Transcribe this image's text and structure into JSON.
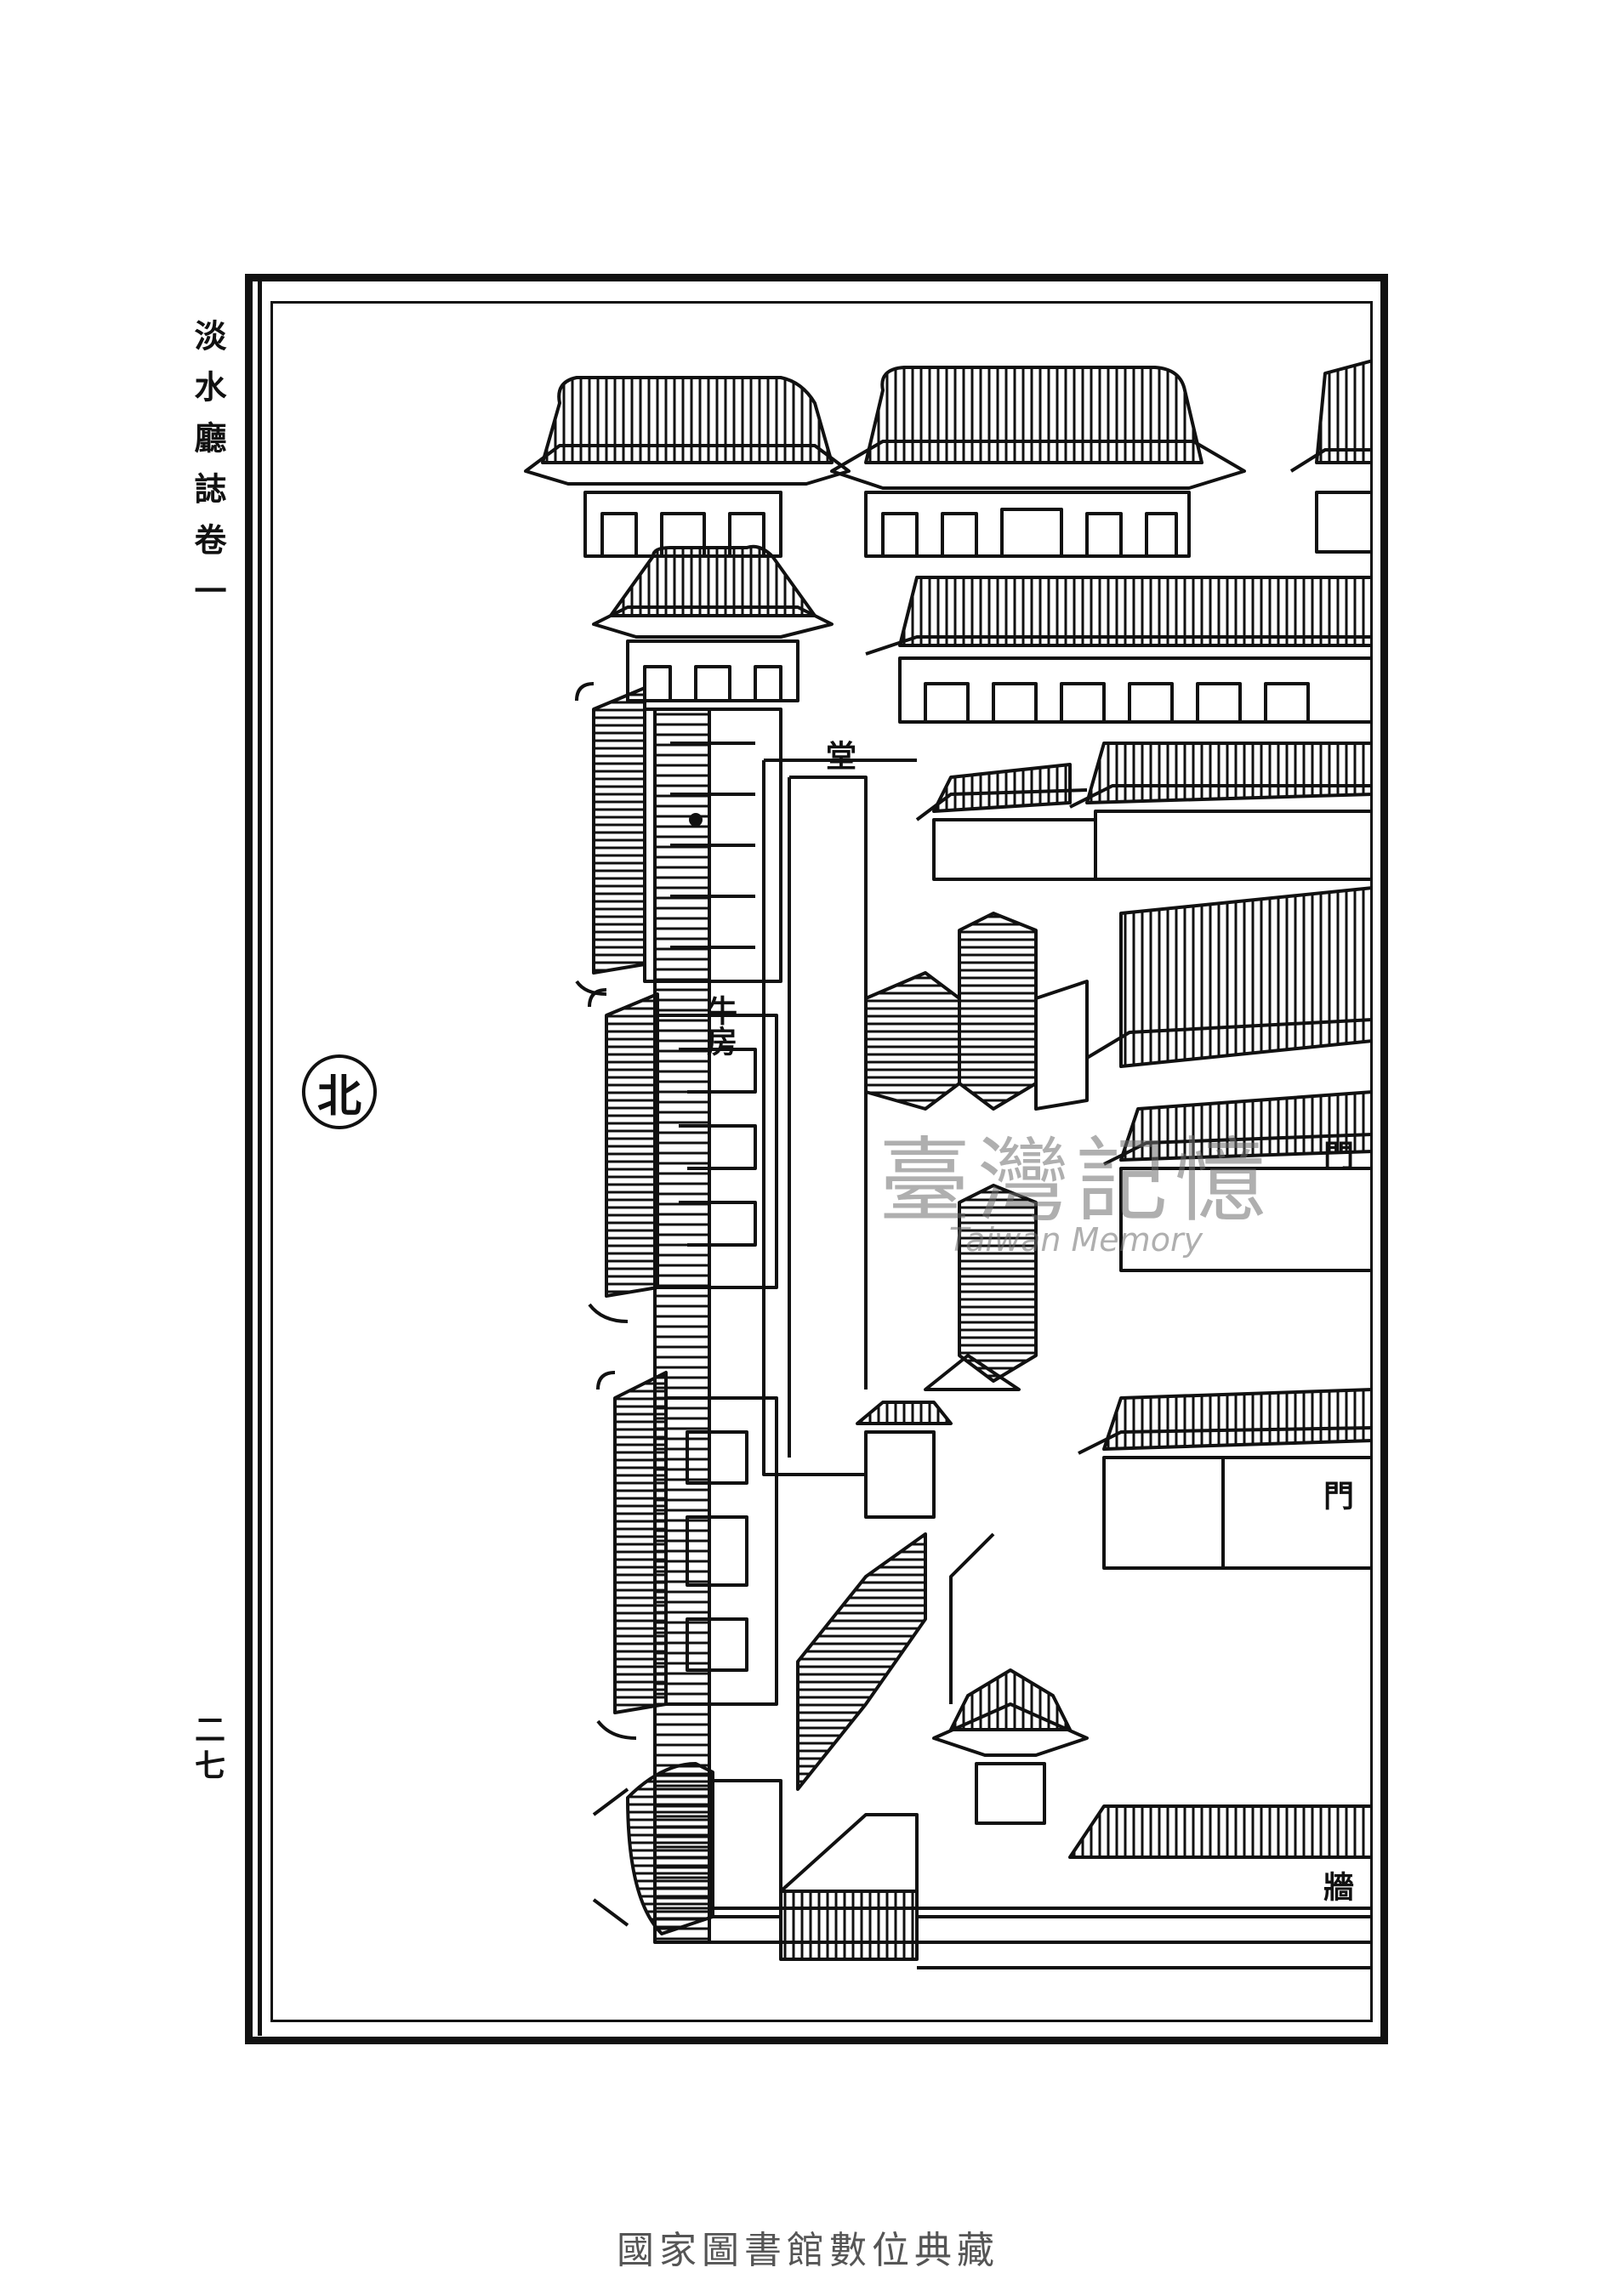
{
  "page": {
    "running_title": "淡水廳誌",
    "volume": "卷一",
    "page_number": "二七",
    "north": "北"
  },
  "map_labels": {
    "label_1": "堂",
    "label_2": "門",
    "label_3": "門",
    "label_4": "牛房",
    "label_5": "牆"
  },
  "watermark": {
    "zh": "臺灣記憶",
    "en": "Taiwan Memory"
  },
  "footer": {
    "library": "國家圖書館數位典藏"
  }
}
